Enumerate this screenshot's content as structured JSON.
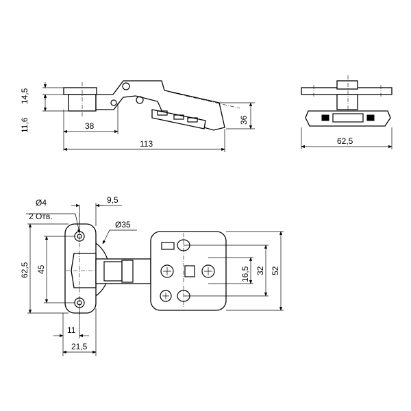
{
  "dimensions": {
    "side_height_top": "14,5",
    "side_height_bottom": "11,6",
    "side_width_cup": "38",
    "side_total_length": "113",
    "side_angle_height": "36",
    "front_width": "62,5",
    "hole_diameter": "Ø4",
    "hole_count": "2 Отв.",
    "hole_offset": "9,5",
    "cup_diameter": "Ø35",
    "plate_height": "62,5",
    "hole_spacing": "45",
    "cup_depth": "11",
    "cup_offset": "21,5",
    "mount_slot_small": "16,5",
    "mount_slot_large": "32",
    "mount_plate_height": "52"
  }
}
